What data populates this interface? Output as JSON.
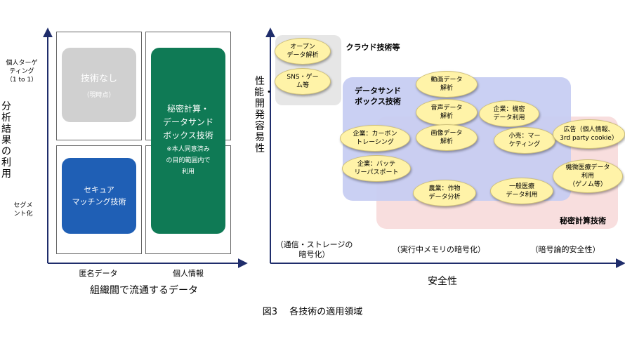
{
  "left": {
    "y_top_label": "個人ターゲ\nティング\n（1 to 1）",
    "y_bottom_label": "セグメ\nント化",
    "y_axis_title": "分析結果の利用",
    "x_left_label": "匿名データ",
    "x_right_label": "個人情報",
    "x_axis_title": "組織間で流通するデータ",
    "tile_none_title": "技術なし",
    "tile_none_sub": "（現時点）",
    "tile_secure_title": "セキュア\nマッチング技術",
    "tile_sc_title": "秘密計算・\nデータサンド\nボックス技術",
    "tile_sc_note": "※本人同意済み\nの目的範囲内で\n利用"
  },
  "right": {
    "y_axis_title": "性能・開発容易性",
    "x_axis_title": "安全性",
    "x_low": "（通信・ストレージの\n暗号化）",
    "x_mid": "（実行中メモリの暗号化）",
    "x_high": "（暗号論的安全性）",
    "cloud_label": "クラウド技術等",
    "sandbox_label": "データサンド\nボックス技術",
    "secret_label": "秘密計算技術",
    "items": [
      "オープン\nデータ解析",
      "SNS・ゲー\nム等",
      "動画データ\n解析",
      "音声データ\n解析",
      "画像データ\n解析",
      "企業：機密\nデータ利用",
      "企業：カーボン\nトレーシング",
      "小売：マー\nケティング",
      "広告（個人情報、\n3rd party cookie）",
      "企業：バッテ\nリーパスポート",
      "農業：作物\nデータ分析",
      "一般医療\nデータ利用",
      "機微医療データ\n利用\n（ゲノム等）"
    ]
  },
  "caption": "図3　 各技術の適用領域",
  "colors": {
    "axis": "#1f2d6b",
    "tile_none": "#d0d0d0",
    "tile_secure": "#1f5fb5",
    "tile_sc": "#0f7a55",
    "sandbox_region": "#c5ccf2",
    "secret_region": "#f8dede",
    "cloud_region": "#e6e6e6",
    "ellipse": "#fff3a8"
  }
}
